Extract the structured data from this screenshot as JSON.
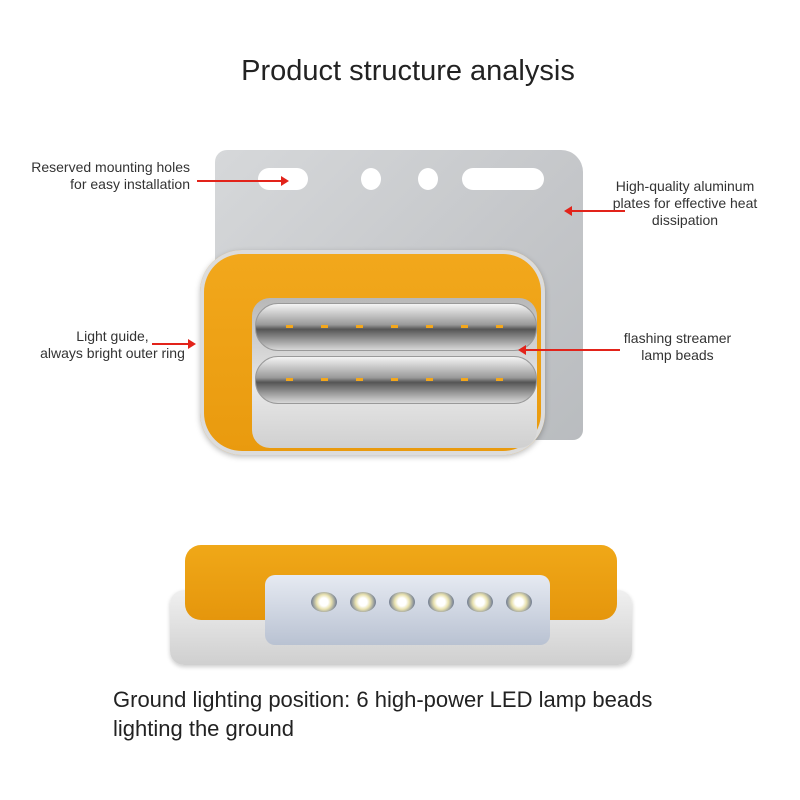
{
  "title": "Product structure analysis",
  "labels": {
    "mounting_holes": [
      "Reserved mounting holes",
      "for easy installation"
    ],
    "aluminum": [
      "High-quality aluminum",
      "plates for effective heat",
      "dissipation"
    ],
    "light_guide": [
      "Light guide,",
      "always bright outer ring"
    ],
    "streamer": [
      "flashing streamer",
      "lamp beads"
    ]
  },
  "caption": [
    "Ground lighting position: 6 high-power LED lamp beads",
    "lighting the ground"
  ],
  "colors": {
    "arrow": "#e2231a",
    "amber": "#f2a81c",
    "plate": "#c8cacc"
  }
}
